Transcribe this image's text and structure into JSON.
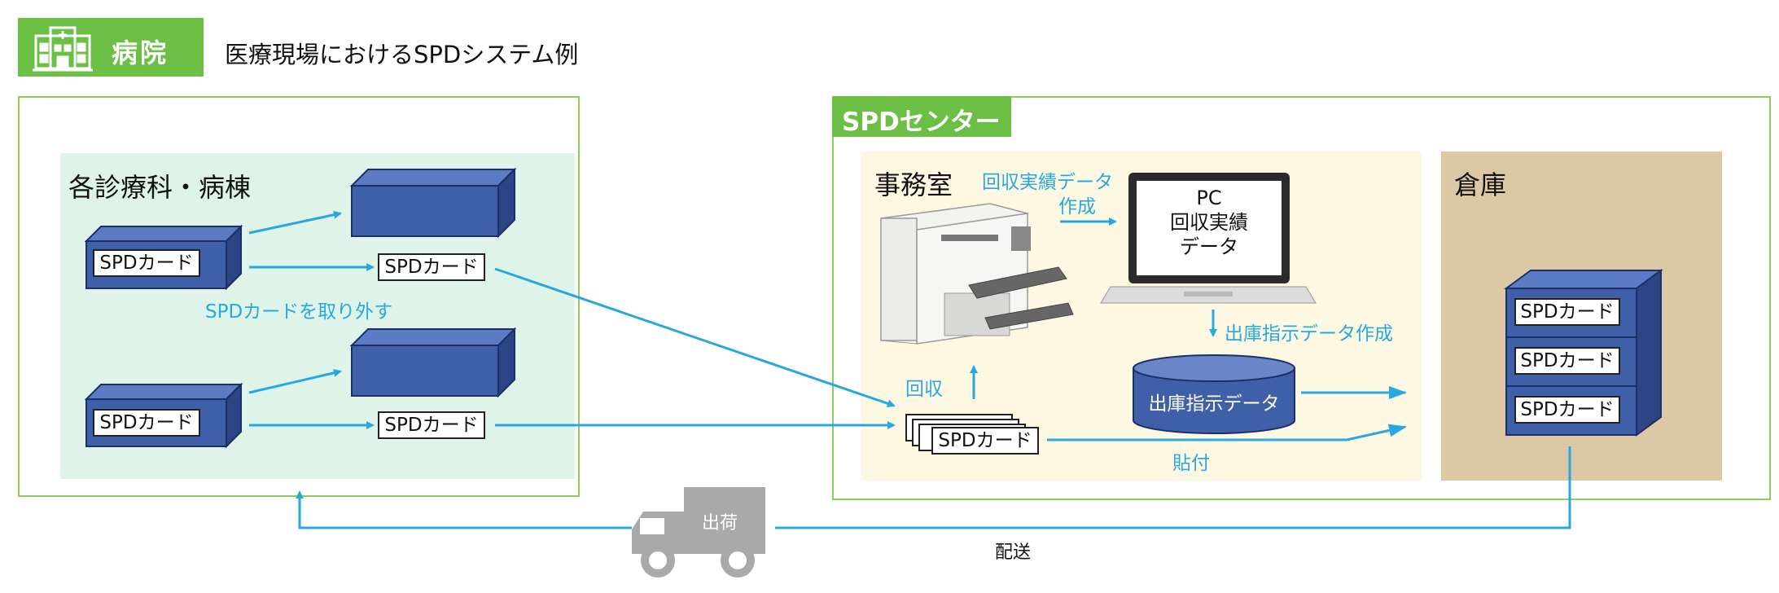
{
  "header": {
    "hospital_label": "病院",
    "title": "医療現場におけるSPDシステム例"
  },
  "hospital": {
    "ward_title": "各診療科・病棟",
    "card_label": "SPDカード",
    "remove_label": "SPDカードを取り外す"
  },
  "center": {
    "title": "SPDセンター",
    "office_title": "事務室",
    "data_create_label_line1": "回収実績データ",
    "data_create_label_line2": "作成",
    "pc_line1": "PC",
    "pc_line2": "回収実績",
    "pc_line3": "データ",
    "shipping_create_label": "出庫指示データ作成",
    "shipping_data_label": "出庫指示データ",
    "collect_label": "回収",
    "attach_label": "貼付",
    "store_title": "倉庫"
  },
  "delivery": {
    "truck_label": "出荷",
    "delivery_label": "配送"
  },
  "colors": {
    "green": "#6cbf45",
    "box_blue": "#3f5fa8",
    "arrow_blue": "#29a8e0",
    "ward_bg": "#dff4e9",
    "office_bg": "#fdf8e2",
    "store_bg": "#dcc8a4"
  }
}
